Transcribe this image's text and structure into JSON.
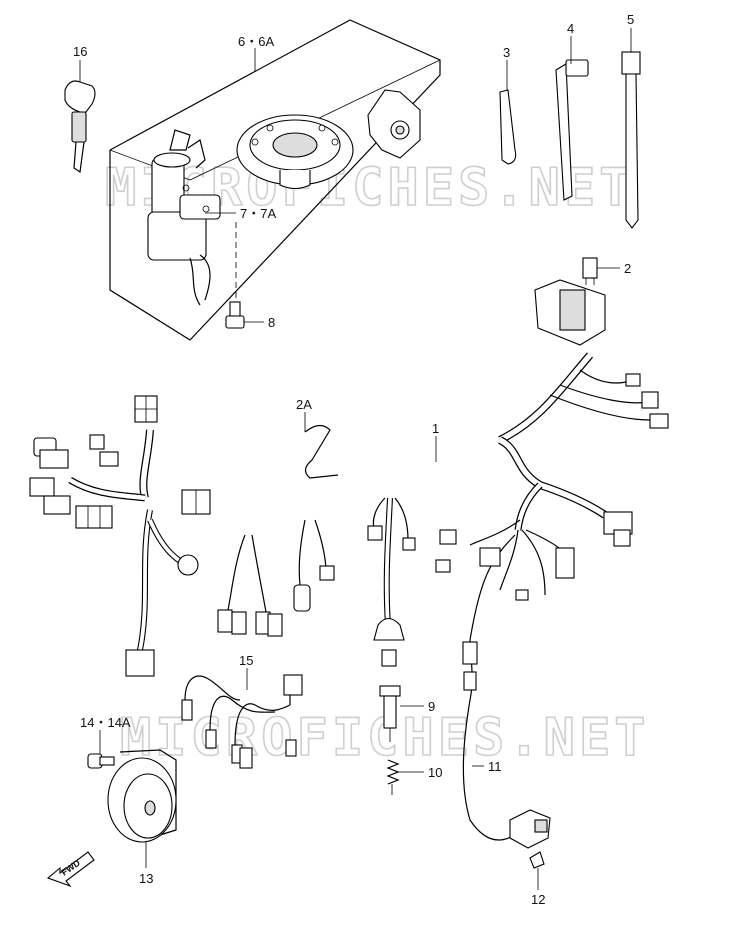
{
  "watermark": "MICROFICHES.NET",
  "fwd_label": "FWD",
  "callouts": {
    "p16": "16",
    "p6": "6・6A",
    "p7": "7・7A",
    "p8": "8",
    "p3": "3",
    "p4": "4",
    "p5": "5",
    "p2": "2",
    "p2a": "2A",
    "p1": "1",
    "p15": "15",
    "p9": "9",
    "p10": "10",
    "p11": "11",
    "p14": "14・14A",
    "p13": "13",
    "p12": "12"
  }
}
